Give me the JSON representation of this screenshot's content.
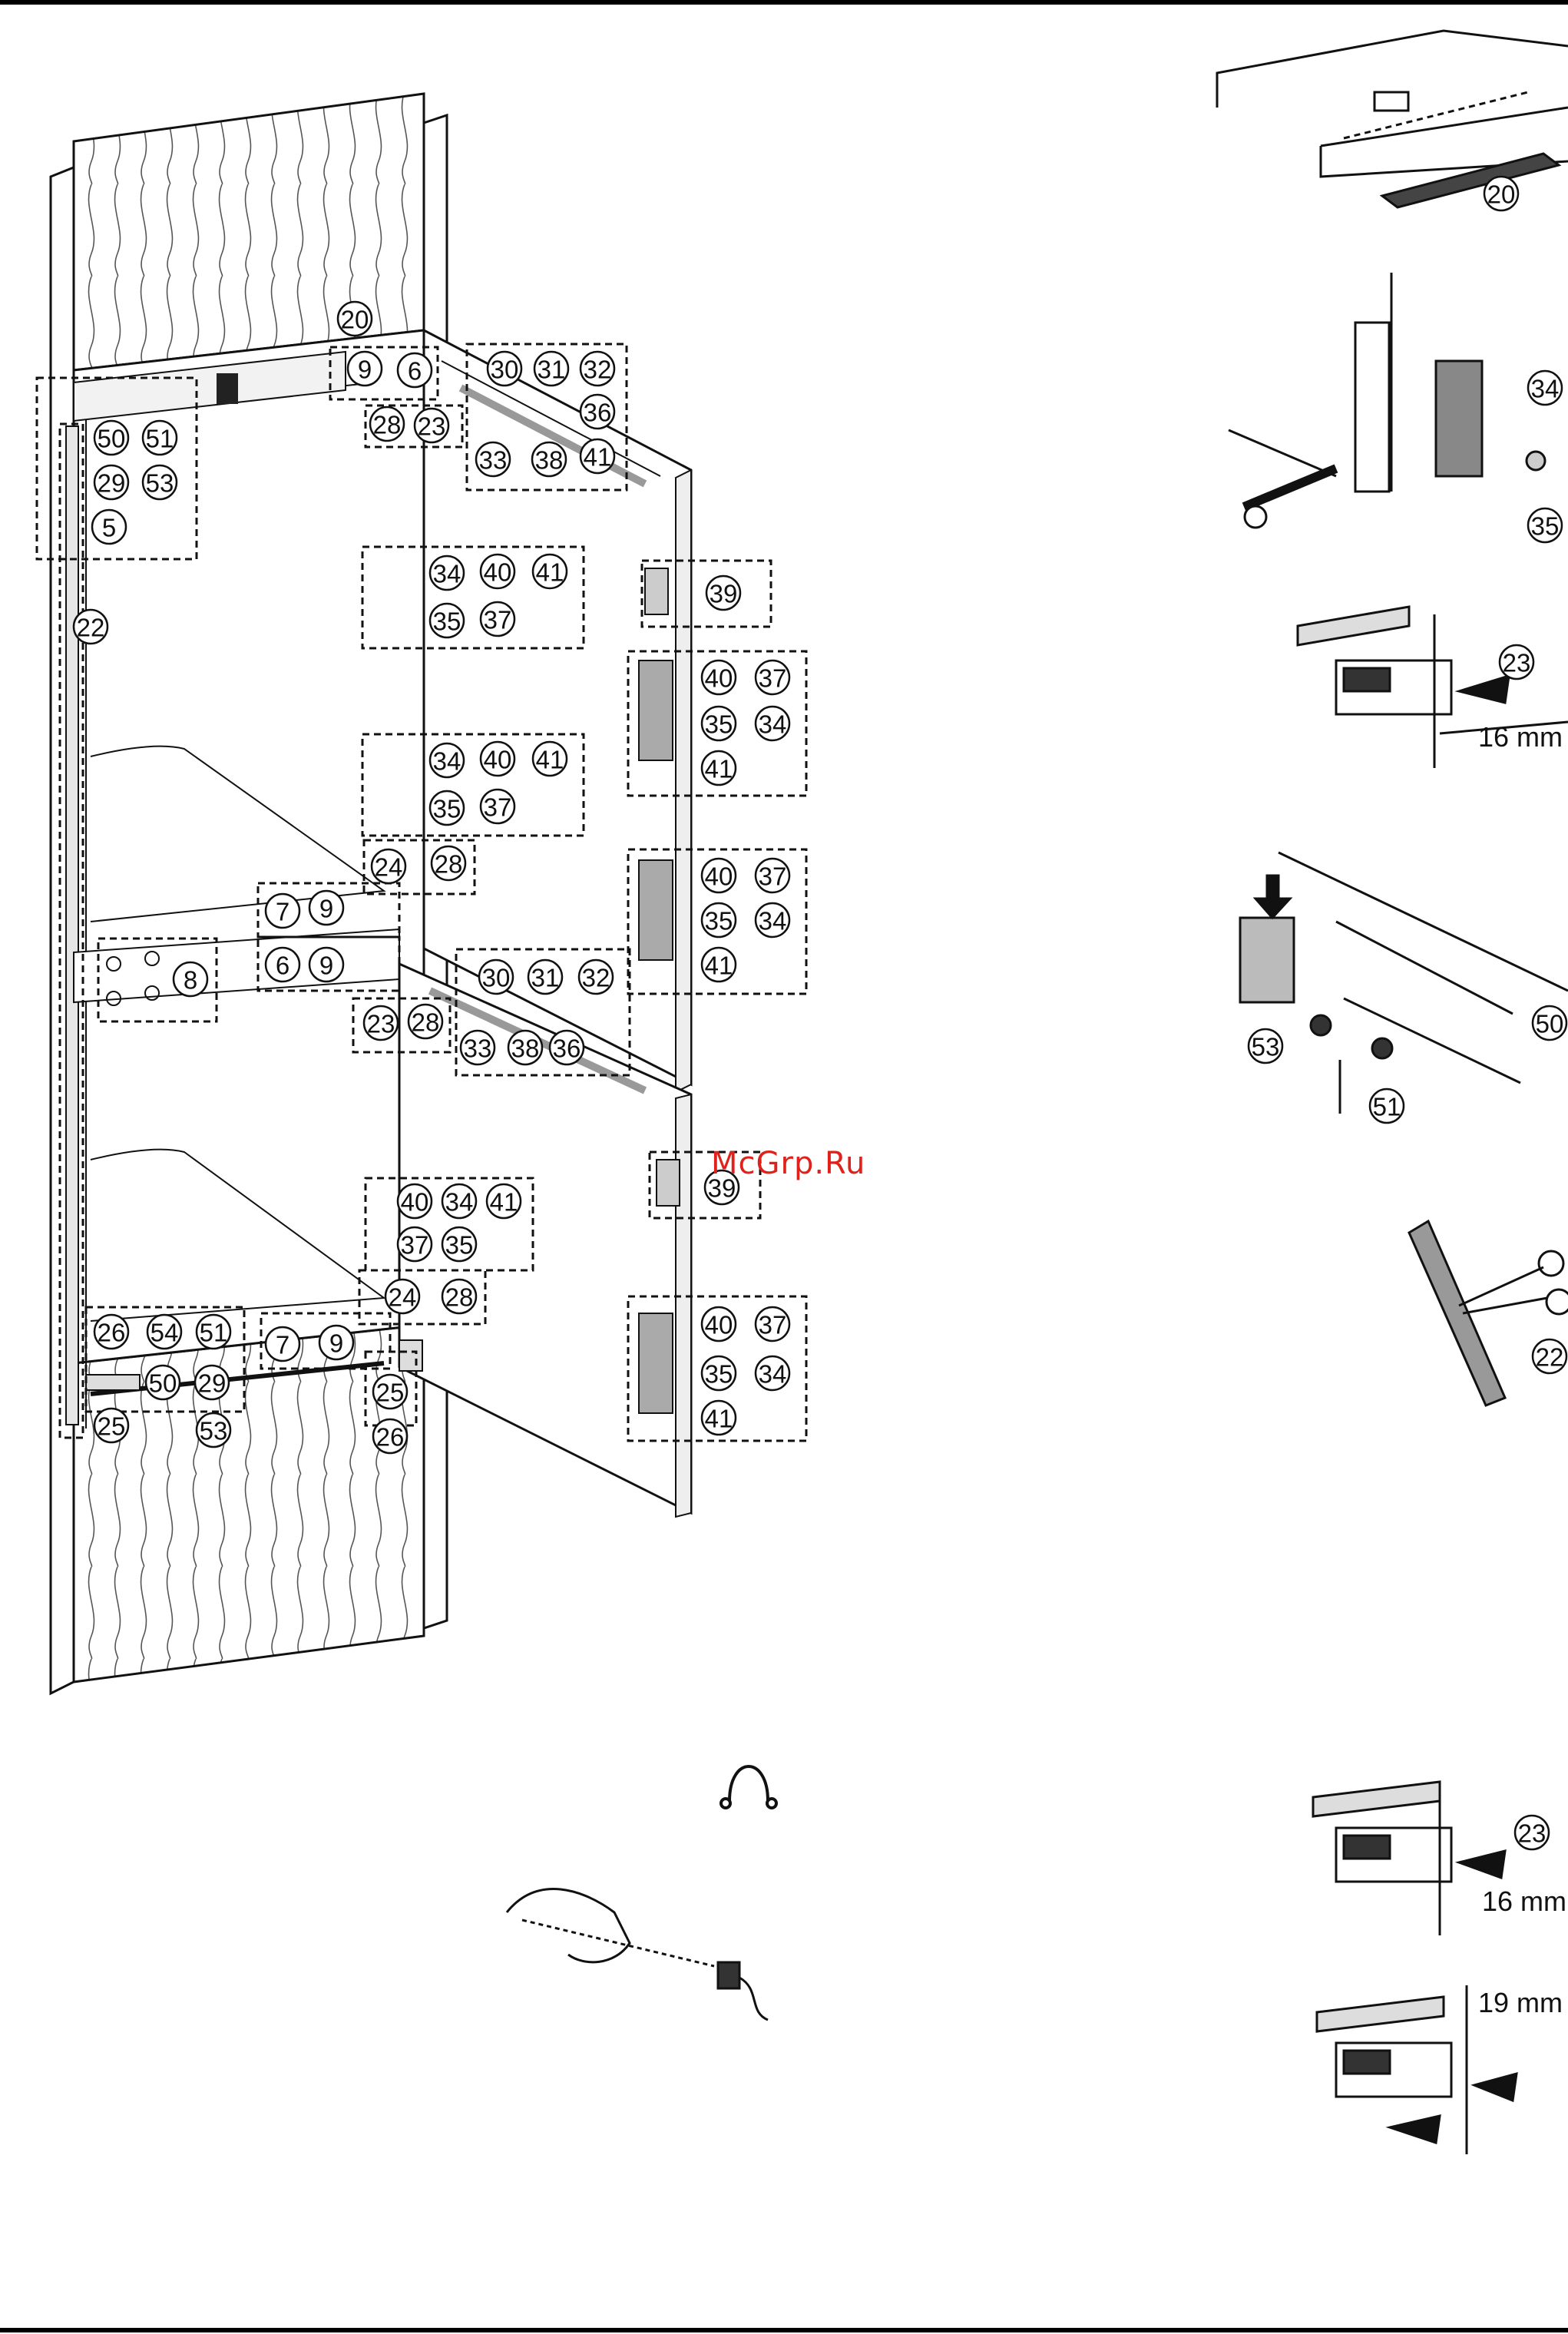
{
  "watermark": "McGrp.Ru",
  "dimensions": {
    "d1": "16 mm",
    "d2": "16 mm",
    "d3": "19 mm"
  },
  "callouts": [
    {
      "id": "c1",
      "label": "20"
    },
    {
      "id": "c2",
      "label": "9"
    },
    {
      "id": "c3",
      "label": "6"
    },
    {
      "id": "c4",
      "label": "30"
    },
    {
      "id": "c5",
      "label": "31"
    },
    {
      "id": "c6",
      "label": "32"
    },
    {
      "id": "c7",
      "label": "36"
    },
    {
      "id": "c8",
      "label": "28"
    },
    {
      "id": "c9",
      "label": "23"
    },
    {
      "id": "c10",
      "label": "33"
    },
    {
      "id": "c11",
      "label": "38"
    },
    {
      "id": "c12",
      "label": "41"
    },
    {
      "id": "c13",
      "label": "50"
    },
    {
      "id": "c14",
      "label": "51"
    },
    {
      "id": "c15",
      "label": "29"
    },
    {
      "id": "c16",
      "label": "53"
    },
    {
      "id": "c17",
      "label": "5"
    },
    {
      "id": "c18",
      "label": "22"
    },
    {
      "id": "c19",
      "label": "34"
    },
    {
      "id": "c20",
      "label": "40"
    },
    {
      "id": "c21",
      "label": "41"
    },
    {
      "id": "c22",
      "label": "35"
    },
    {
      "id": "c23",
      "label": "37"
    },
    {
      "id": "c24",
      "label": "39"
    },
    {
      "id": "c25",
      "label": "40"
    },
    {
      "id": "c26",
      "label": "37"
    },
    {
      "id": "c27",
      "label": "35"
    },
    {
      "id": "c28",
      "label": "34"
    },
    {
      "id": "c29",
      "label": "41"
    },
    {
      "id": "c30",
      "label": "34"
    },
    {
      "id": "c31",
      "label": "40"
    },
    {
      "id": "c32",
      "label": "41"
    },
    {
      "id": "c33",
      "label": "35"
    },
    {
      "id": "c34",
      "label": "37"
    },
    {
      "id": "c35",
      "label": "24"
    },
    {
      "id": "c36",
      "label": "28"
    },
    {
      "id": "c37",
      "label": "7"
    },
    {
      "id": "c38",
      "label": "9"
    },
    {
      "id": "c39",
      "label": "40"
    },
    {
      "id": "c40",
      "label": "37"
    },
    {
      "id": "c41",
      "label": "35"
    },
    {
      "id": "c42",
      "label": "34"
    },
    {
      "id": "c43",
      "label": "41"
    },
    {
      "id": "c44",
      "label": "8"
    },
    {
      "id": "c45",
      "label": "6"
    },
    {
      "id": "c46",
      "label": "9"
    },
    {
      "id": "c47",
      "label": "30"
    },
    {
      "id": "c48",
      "label": "31"
    },
    {
      "id": "c49",
      "label": "32"
    },
    {
      "id": "c50",
      "label": "23"
    },
    {
      "id": "c51",
      "label": "28"
    },
    {
      "id": "c52",
      "label": "33"
    },
    {
      "id": "c53",
      "label": "38"
    },
    {
      "id": "c54",
      "label": "36"
    },
    {
      "id": "c55",
      "label": "39"
    },
    {
      "id": "c56",
      "label": "40"
    },
    {
      "id": "c57",
      "label": "34"
    },
    {
      "id": "c58",
      "label": "41"
    },
    {
      "id": "c59",
      "label": "37"
    },
    {
      "id": "c60",
      "label": "35"
    },
    {
      "id": "c61",
      "label": "24"
    },
    {
      "id": "c62",
      "label": "28"
    },
    {
      "id": "c63",
      "label": "26"
    },
    {
      "id": "c64",
      "label": "54"
    },
    {
      "id": "c65",
      "label": "51"
    },
    {
      "id": "c66",
      "label": "7"
    },
    {
      "id": "c67",
      "label": "9"
    },
    {
      "id": "c68",
      "label": "50"
    },
    {
      "id": "c69",
      "label": "29"
    },
    {
      "id": "c70",
      "label": "25"
    },
    {
      "id": "c71",
      "label": "53"
    },
    {
      "id": "c72",
      "label": "25"
    },
    {
      "id": "c73",
      "label": "26"
    },
    {
      "id": "c74",
      "label": "40"
    },
    {
      "id": "c75",
      "label": "37"
    },
    {
      "id": "c76",
      "label": "35"
    },
    {
      "id": "c77",
      "label": "34"
    },
    {
      "id": "c78",
      "label": "41"
    },
    {
      "id": "c79",
      "label": "20"
    },
    {
      "id": "c80",
      "label": "34"
    },
    {
      "id": "c81",
      "label": "35"
    },
    {
      "id": "c82",
      "label": "23"
    },
    {
      "id": "c83",
      "label": "53"
    },
    {
      "id": "c84",
      "label": "50"
    },
    {
      "id": "c85",
      "label": "51"
    },
    {
      "id": "c86",
      "label": "22"
    },
    {
      "id": "c87",
      "label": "23"
    }
  ]
}
